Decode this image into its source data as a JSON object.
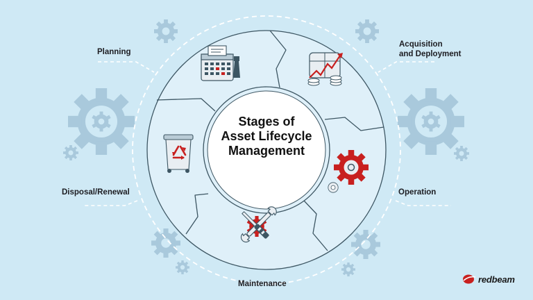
{
  "title_lines": [
    "Stages of",
    "Asset Lifecycle",
    "Management"
  ],
  "stages": [
    {
      "label": "Planning",
      "icon": "calendar-planning-icon"
    },
    {
      "label": "Acquisition\nand Deployment",
      "icon": "growth-chart-icon"
    },
    {
      "label": "Operation",
      "icon": "operation-gear-icon"
    },
    {
      "label": "Maintenance",
      "icon": "wrench-screwdriver-icon"
    },
    {
      "label": "Disposal/Renewal",
      "icon": "recycle-bin-icon"
    }
  ],
  "stage_labels": {
    "planning": "Planning",
    "acquisition_line1": "Acquisition",
    "acquisition_line2": "and Deployment",
    "operation": "Operation",
    "maintenance": "Maintenance",
    "disposal": "Disposal/Renewal"
  },
  "brand": {
    "name": "redbeam",
    "icon": "redbeam-logo-icon"
  },
  "colors": {
    "background": "#cfe9f5",
    "ring": "#dff0f9",
    "gear_decor": "#a9c9dc",
    "accent_red": "#c8201f",
    "outline": "#3d5663"
  }
}
